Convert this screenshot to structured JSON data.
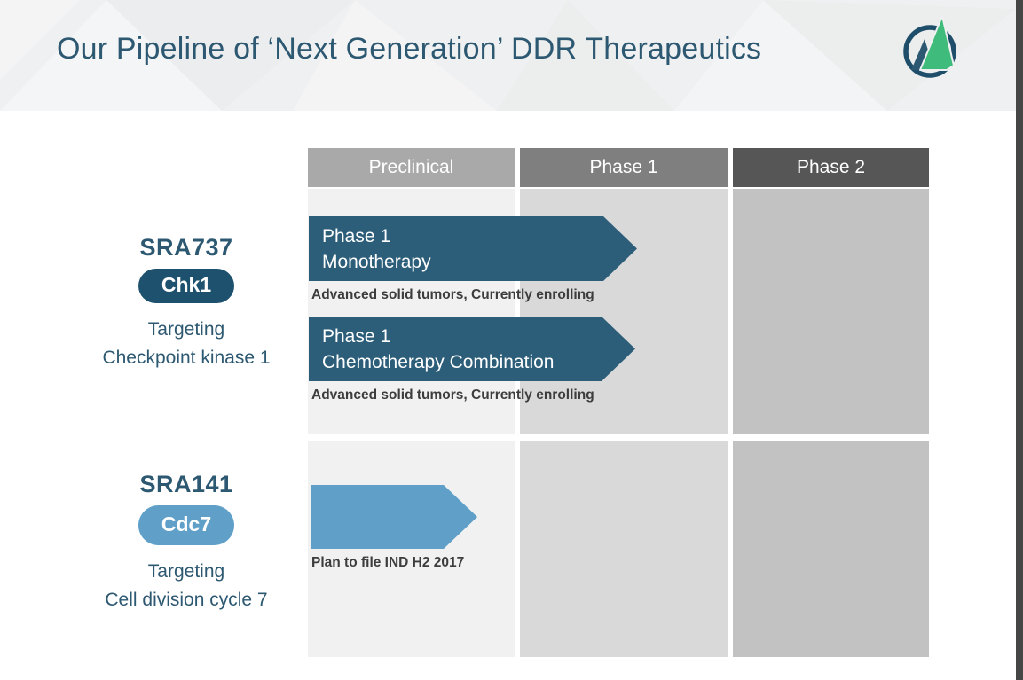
{
  "header": {
    "title": "Our Pipeline of ‘Next Generation’ DDR Therapeutics",
    "logo": {
      "name": "sierra-oncology-logo"
    }
  },
  "pipeline": {
    "columns": [
      {
        "label": "Preclinical",
        "header_bg": "#a9a9a9",
        "body_bg": "#f1f1f1"
      },
      {
        "label": "Phase 1",
        "header_bg": "#7f7f7f",
        "body_bg": "#d9d9d9"
      },
      {
        "label": "Phase 2",
        "header_bg": "#565656",
        "body_bg": "#c2c2c2"
      }
    ],
    "programs": [
      {
        "name": "SRA737",
        "badge": "Chk1",
        "badge_bg": "#1e516d",
        "targeting": [
          "Targeting",
          "Checkpoint kinase 1"
        ],
        "bars": [
          {
            "line1": "Phase 1",
            "line2": "Monotherapy",
            "caption": "Advanced solid tumors, Currently enrolling",
            "bg": "#2c5e7a"
          },
          {
            "line1": "Phase 1",
            "line2": "Chemotherapy Combination",
            "caption": "Advanced solid tumors, Currently enrolling",
            "bg": "#2c5e7a"
          }
        ]
      },
      {
        "name": "SRA141",
        "badge": "Cdc7",
        "badge_bg": "#60a0c8",
        "targeting": [
          "Targeting",
          "Cell division cycle 7"
        ],
        "bars": [
          {
            "line1": "",
            "line2": "",
            "caption": "Plan to file IND H2 2017",
            "bg": "#60a0c8"
          }
        ]
      }
    ]
  },
  "colors": {
    "title_text": "#2d5871",
    "program_text": "#2d5871",
    "caption_text": "#3d3d3d",
    "top_band_bg": "#eff0f1",
    "edge_bar": "#464646",
    "logo_ring": "#1f4e6b",
    "logo_dark_peak": "#2d5871",
    "logo_green_peak": "#3fbb7b"
  }
}
